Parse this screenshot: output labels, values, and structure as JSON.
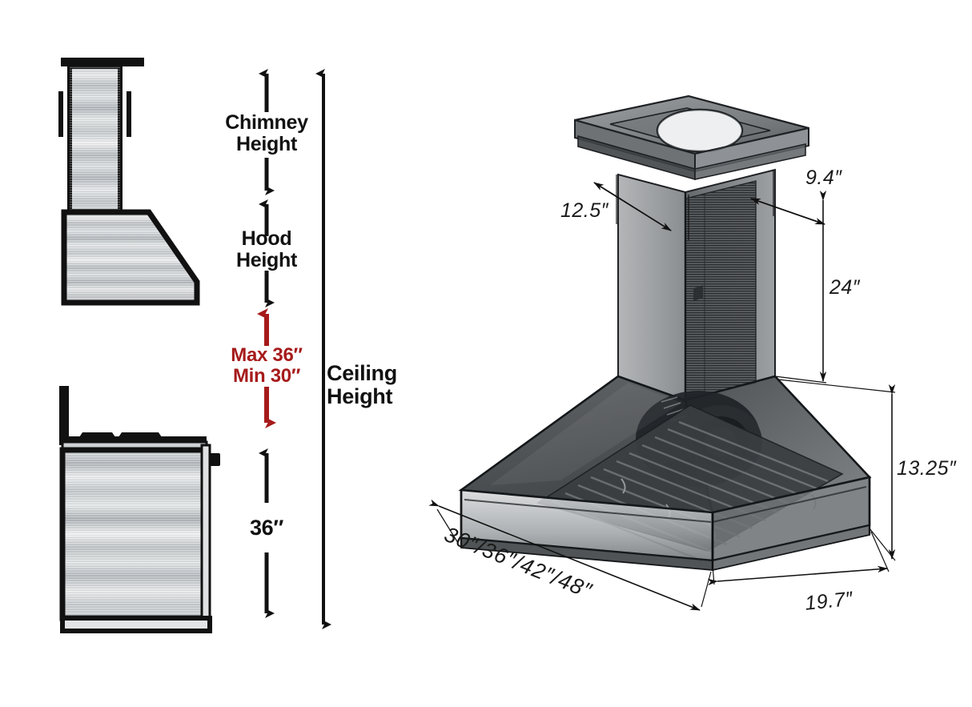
{
  "diagram": {
    "title": "Range Hood Installation Dimension Diagram",
    "background": "#ffffff",
    "accent_red": "#A61B1B",
    "line_color": "#111111"
  },
  "left_views": {
    "top_view_name": "hood-side-profile",
    "bottom_view_name": "range-side-profile"
  },
  "measurements": {
    "chimney_height": "Chimney\nHeight",
    "hood_height": "Hood\nHeight",
    "clearance_max": "Max 36″",
    "clearance_min": "Min 30″",
    "counter_height": "36″",
    "ceiling_height": "Ceiling\nHeight"
  },
  "hood_3d": {
    "chimney_depth": "12.5″",
    "chimney_width": "9.4″",
    "chimney_height_dim": "24″",
    "hood_body_height": "13.25″",
    "hood_depth": "19.7″",
    "hood_widths": "30″/36″/42″/48″"
  }
}
